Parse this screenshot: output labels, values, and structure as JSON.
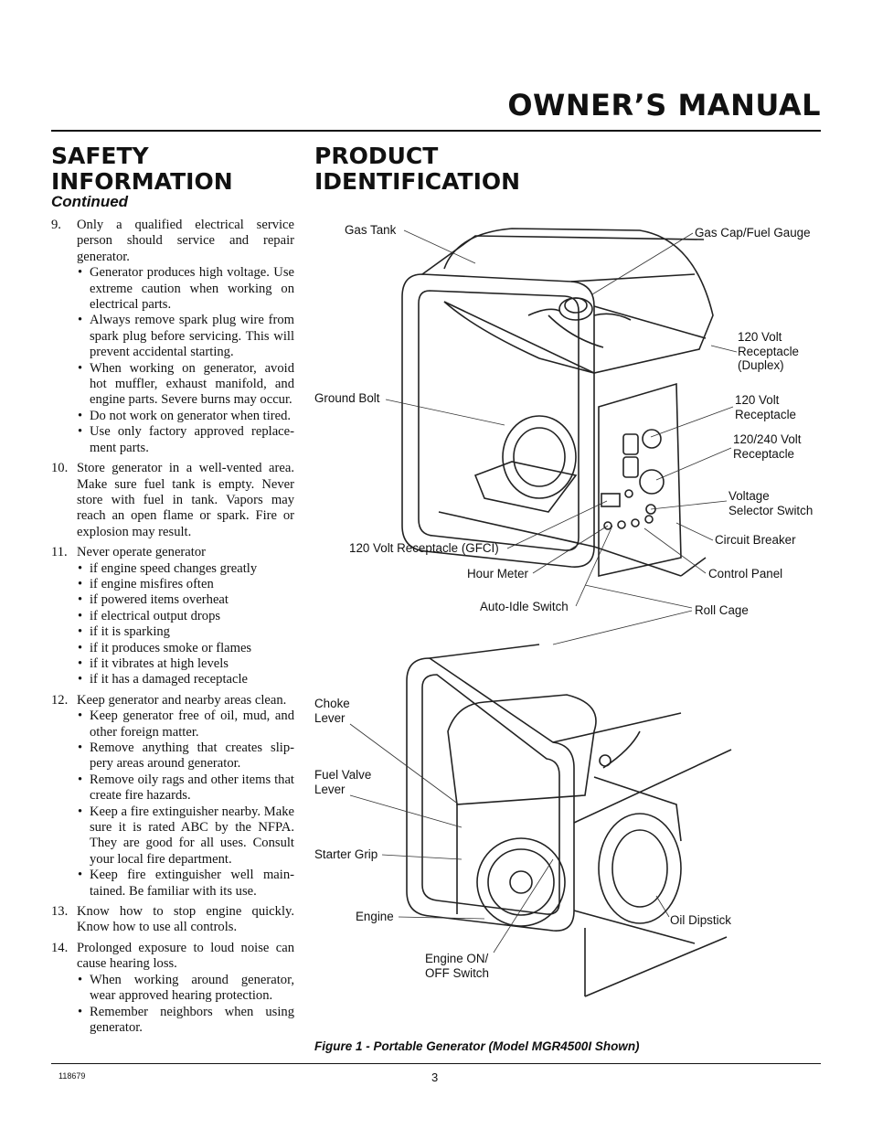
{
  "header": {
    "title": "OWNER’S MANUAL"
  },
  "safety": {
    "heading_line1": "SAFETY",
    "heading_line2": "INFORMATION",
    "subheading": "Continued",
    "items": [
      {
        "num": "9.",
        "text": "Only a qualified electrical service person should service and repair generator.",
        "bullets": [
          "Generator produces high voltage. Use extreme caution when working on electrical parts.",
          "Always remove spark plug wire from spark plug before servicing. This will prevent accidental starting.",
          "When working on generator, avoid hot muffler, exhaust manifold, and engine parts. Severe burns may occur.",
          "Do not work on generator when tired.",
          "Use only factory approved replace- ment parts."
        ]
      },
      {
        "num": "10.",
        "text": "Store generator in a well-vented area. Make sure fuel tank is empty. Never store with fuel in tank. Vapors may reach an open flame or spark. Fire or explosion may result.",
        "bullets": []
      },
      {
        "num": "11.",
        "text": "Never operate generator",
        "bullets": [
          "if engine speed changes greatly",
          "if engine misfires often",
          "if powered items overheat",
          "if electrical output drops",
          "if it is sparking",
          "if it produces smoke or flames",
          "if it vibrates at high levels",
          "if it has a damaged receptacle"
        ]
      },
      {
        "num": "12.",
        "text": "Keep generator and nearby areas clean.",
        "bullets": [
          "Keep generator free of oil, mud, and other foreign matter.",
          "Remove anything that creates slip- pery areas around generator.",
          "Remove oily rags and other items that create fire hazards.",
          "Keep a fire extinguisher nearby. Make sure it is rated ABC by the NFPA. They are good for all uses. Consult your local fire department.",
          "Keep fire extinguisher well main- tained. Be familiar with its use."
        ]
      },
      {
        "num": "13.",
        "text": "Know how to stop engine quickly. Know how to use all controls.",
        "bullets": []
      },
      {
        "num": "14.",
        "text": "Prolonged exposure to loud noise can cause hearing loss.",
        "bullets": [
          "When working around generator, wear approved hearing protection.",
          "Remember neighbors when using generator."
        ]
      }
    ]
  },
  "product": {
    "heading_line1": "PRODUCT",
    "heading_line2": "IDENTIFICATION",
    "labels": {
      "gas_tank": "Gas Tank",
      "gas_cap": "Gas Cap/Fuel Gauge",
      "receptacle_duplex": [
        "120 Volt",
        "Receptacle",
        "(Duplex)"
      ],
      "ground_bolt": "Ground Bolt",
      "receptacle_120": [
        "120 Volt",
        "Receptacle"
      ],
      "receptacle_240": [
        "120/240 Volt",
        "Receptacle"
      ],
      "voltage_switch": [
        "Voltage",
        "Selector Switch"
      ],
      "circuit_breaker": "Circuit Breaker",
      "gfci": "120 Volt Receptacle (GFCI)",
      "hour_meter": "Hour Meter",
      "control_panel": "Control Panel",
      "auto_idle": "Auto-Idle Switch",
      "roll_cage": "Roll Cage",
      "choke": [
        "Choke",
        "Lever"
      ],
      "fuel_valve": [
        "Fuel Valve",
        "Lever"
      ],
      "starter_grip": "Starter Grip",
      "engine": "Engine",
      "oil_dipstick": "Oil Dipstick",
      "engine_switch": [
        "Engine ON/",
        "OFF Switch"
      ]
    },
    "caption": "Figure 1 - Portable Generator (Model MGR4500I Shown)"
  },
  "footer": {
    "code": "118679",
    "page": "3"
  }
}
